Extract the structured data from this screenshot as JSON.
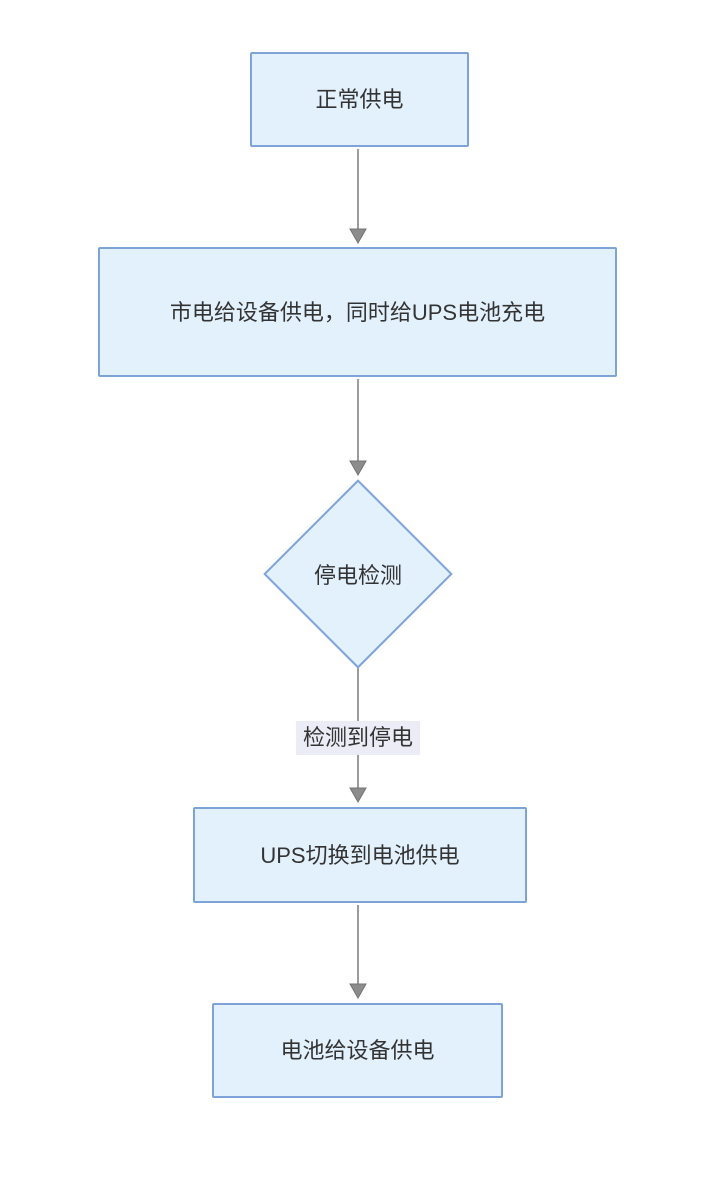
{
  "diagram": {
    "type": "flowchart",
    "direction": "top-down",
    "topic": "UPS power switchover process",
    "colors": {
      "node_fill": "#e3f1fc",
      "node_border": "#7ea3d8",
      "arrow": "#9c9c9c",
      "arrowhead": "#8c8c8c",
      "text": "#333333",
      "edge_label_bg": "#ececf7",
      "background": "#ffffff"
    },
    "nodes": [
      {
        "id": "A",
        "shape": "rectangle",
        "label": "正常供电"
      },
      {
        "id": "B",
        "shape": "rectangle",
        "label": "市电给设备供电，同时给UPS电池充电"
      },
      {
        "id": "C",
        "shape": "diamond",
        "label": "停电检测"
      },
      {
        "id": "D",
        "shape": "rectangle",
        "label": "UPS切换到电池供电"
      },
      {
        "id": "E",
        "shape": "rectangle",
        "label": "电池给设备供电"
      }
    ],
    "edges": [
      {
        "from": "A",
        "to": "B",
        "label": ""
      },
      {
        "from": "B",
        "to": "C",
        "label": ""
      },
      {
        "from": "C",
        "to": "D",
        "label": "检测到停电"
      },
      {
        "from": "D",
        "to": "E",
        "label": ""
      }
    ]
  }
}
